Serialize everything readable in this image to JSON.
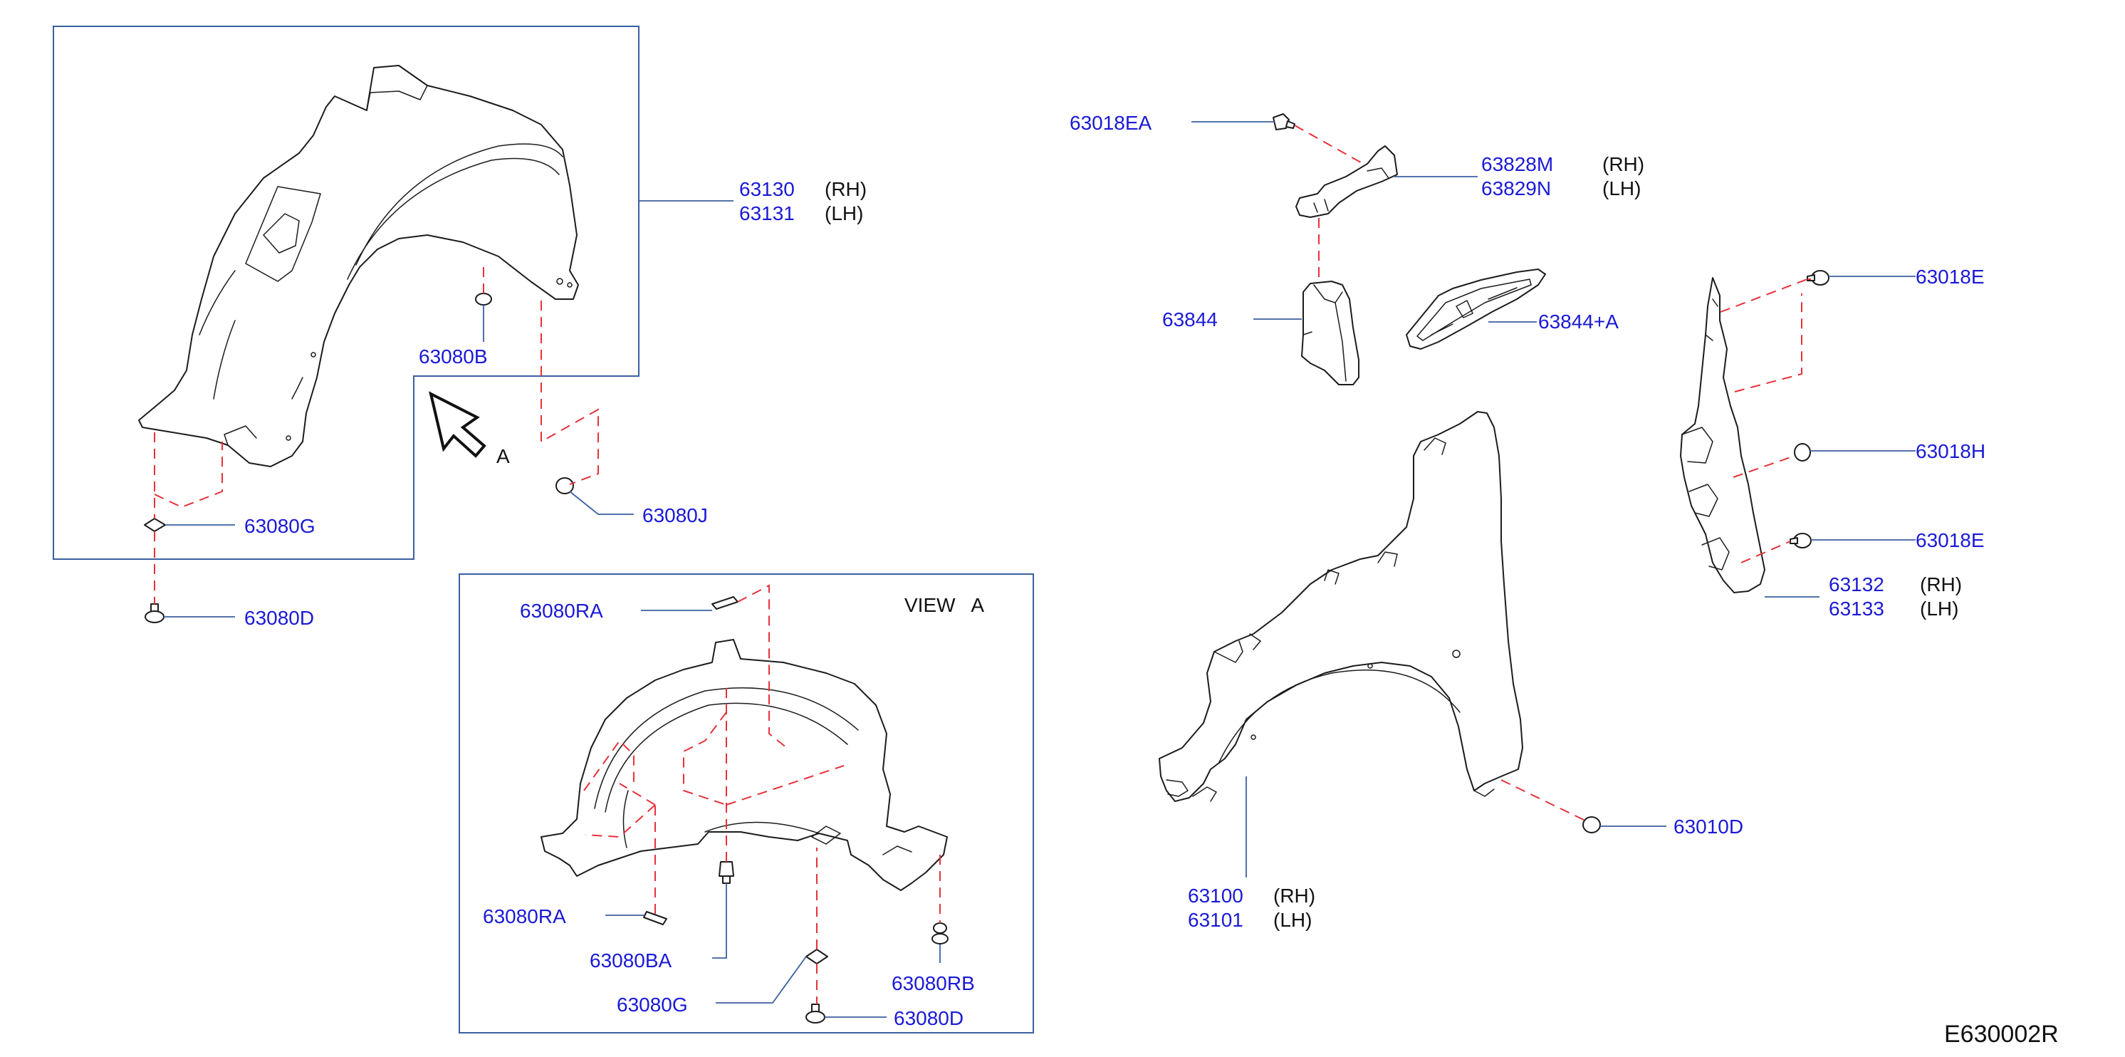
{
  "diagram": {
    "code": "E630002R",
    "view_title": "VIEW   A",
    "view_letter": "A"
  },
  "labels": {
    "p63130": "63130",
    "p63130_side": "(RH)",
    "p63131": "63131",
    "p63131_side": "(LH)",
    "p63080B": "63080B",
    "p63080G": "63080G",
    "p63080J": "63080J",
    "p63080D": "63080D",
    "p63080RA_top": "63080RA",
    "p63080RA_bot": "63080RA",
    "p63080BA": "63080BA",
    "p63080RB": "63080RB",
    "p63080G_view": "63080G",
    "p63080D_view": "63080D",
    "p63018EA": "63018EA",
    "p63828M": "63828M",
    "p63828M_side": "(RH)",
    "p63829N": "63829N",
    "p63829N_side": "(LH)",
    "p63844": "63844",
    "p63844A": "63844+A",
    "p63018E_top": "63018E",
    "p63018H": "63018H",
    "p63018E_bot": "63018E",
    "p63132": "63132",
    "p63132_side": "(RH)",
    "p63133": "63133",
    "p63133_side": "(LH)",
    "p63100": "63100",
    "p63100_side": "(RH)",
    "p63101": "63101",
    "p63101_side": "(LH)",
    "p63010D": "63010D"
  },
  "colors": {
    "part_number": "#1a1ad6",
    "leader": "#3b5fa0",
    "dashed_guide": "#e8313a",
    "outline": "#1c1c1c"
  }
}
